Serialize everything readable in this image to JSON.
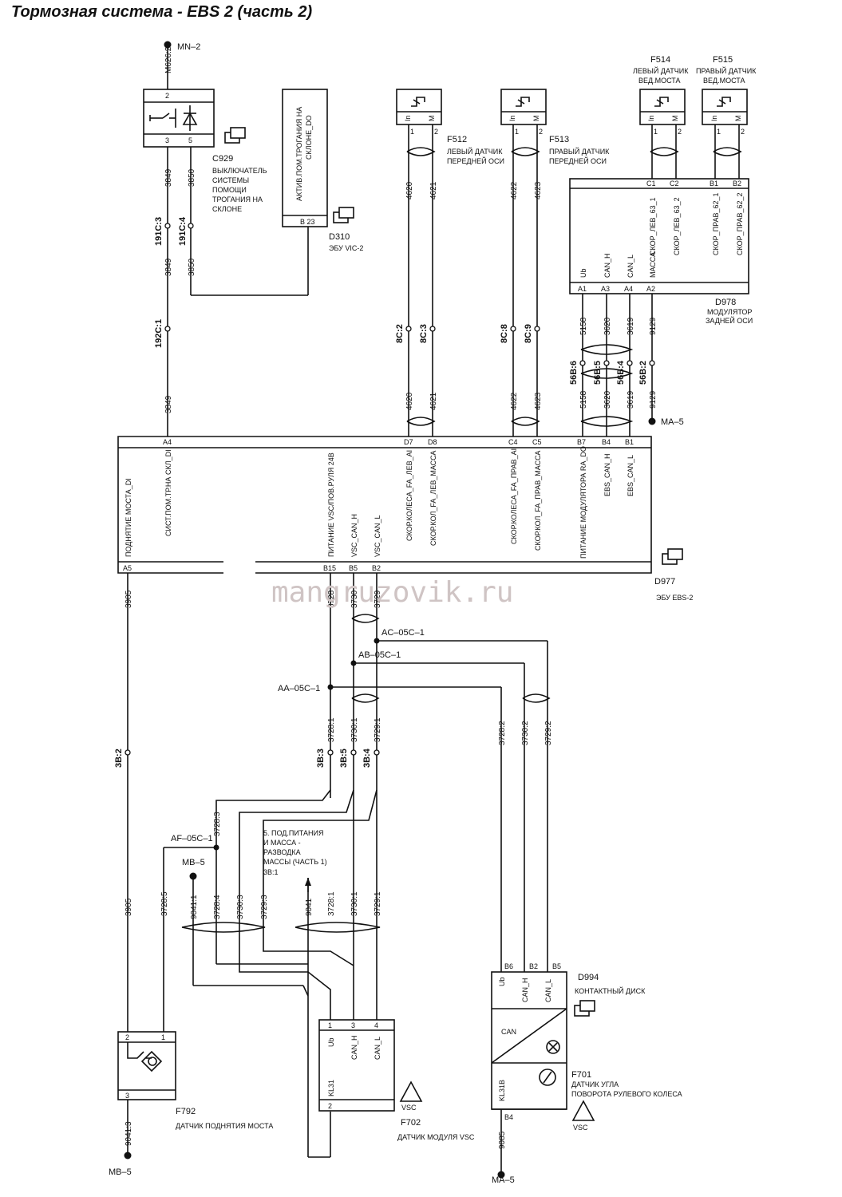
{
  "title": "Тормозная система - EBS 2 (часть 2)",
  "watermark": "mangruzovik.ru",
  "grounds": {
    "mn2": "MN–2",
    "ma5_top": "MA–5",
    "mb5_top": "MB–5",
    "mb5_bottom": "MB–5",
    "ma5_bottom": "MA–5",
    "m626": "M626:2"
  },
  "c929": {
    "id": "C929",
    "desc": [
      "ВЫКЛЮЧАТЕЛЬ",
      "СИСТЕМЫ",
      "ПОМОЩИ",
      "ТРОГАНИЯ НА",
      "СКЛОНЕ"
    ],
    "pins": [
      "2",
      "3",
      "5"
    ]
  },
  "d310": {
    "id": "D310",
    "desc": "ЭБУ VIC-2",
    "signal": [
      "АКТИВ.ПОМ.ТРОГАНИЯ НА",
      "СКЛОНЕ_DO"
    ],
    "pin": "B 23"
  },
  "f512": {
    "id": "F512",
    "desc": [
      "ЛЕВЫЙ ДАТЧИК",
      "ПЕРЕДНЕЙ ОСИ"
    ]
  },
  "f513": {
    "id": "F513",
    "desc": [
      "ПРАВЫЙ ДАТЧИК",
      "ПЕРЕДНЕЙ ОСИ"
    ]
  },
  "f514": {
    "id": "F514",
    "desc": [
      "ЛЕВЫЙ ДАТЧИК",
      "ВЕД.МОСТА"
    ]
  },
  "f515": {
    "id": "F515",
    "desc": [
      "ПРАВЫЙ ДАТЧИК",
      "ВЕД.МОСТА"
    ]
  },
  "sensor_pins": {
    "in": "In",
    "m": "M",
    "p1": "1",
    "p2": "2"
  },
  "d978": {
    "id": "D978",
    "desc": [
      "МОДУЛЯТОР",
      "ЗАДНЕЙ ОСИ"
    ],
    "pins_top": [
      "C1",
      "C2",
      "B1",
      "B2"
    ],
    "signals_top": [
      "СКОР_ЛЕВ_63_1",
      "СКОР_ЛЕВ_63_2",
      "СКОР_ПРАВ_62_1",
      "СКОР_ПРАВ_62_2"
    ],
    "pins_bottom": [
      "A1",
      "A3",
      "A4",
      "A2"
    ],
    "signals_bottom": [
      "Ub",
      "CAN_H",
      "CAN_L",
      "МАССА"
    ]
  },
  "d977": {
    "id": "D977",
    "desc": "ЭБУ EBS-2",
    "pins_top": [
      "A4",
      "D7",
      "D8",
      "C4",
      "C5",
      "B7",
      "B4",
      "B1"
    ],
    "signals_top": [
      "СИСТ.ПОМ.ТР.НА СКЛ_DI",
      "СКОР.КОЛЕСА_FA_ЛЕВ_AI",
      "СКОР.КОЛ_FA_ЛЕВ_МАССА",
      "СКОР.КОЛЕСА_FA_ПРАВ_AI",
      "СКОР.КОЛ_FA_ПРАВ_МАССА",
      "ПИТАНИЕ МОДУЛЯТОРА RA_DO",
      "EBS_CAN_H",
      "EBS_CAN_L"
    ],
    "pins_bottom": [
      "A5",
      "B15",
      "B5",
      "B2"
    ],
    "signals_bottom": [
      "ПОДНЯТИЕ МОСТА_DI",
      "ПИТАНИЕ VSC/ПОВ.РУЛЯ 24В",
      "VSC_CAN_H",
      "VSC_CAN_L"
    ]
  },
  "wires": {
    "w3849": "3849",
    "w3850": "3850",
    "w4620": "4620",
    "w4621": "4621",
    "w4622": "4622",
    "w4623": "4623",
    "w5158": "5158",
    "w3620": "3620",
    "w3619": "3619",
    "w9129": "9129",
    "w3905": "3905",
    "w3728": "3728",
    "w3730": "3730",
    "w3729": "3729",
    "w3728_1": "3728:1",
    "w3730_1": "3730:1",
    "w3729_1": "3729:1",
    "w3728_2": "3728:2",
    "w3730_2": "3730:2",
    "w3729_2": "3729:2",
    "w3728_3": "3728:3",
    "w3728_4": "3728:4",
    "w3728_5": "3728:5",
    "w3730_3": "3730:3",
    "w3729_3": "3729:3",
    "w9041": "9041",
    "w9041_1": "9041:1",
    "w9041_3": "9041:3",
    "w9085": "9085"
  },
  "connectors": {
    "c191c3": "191C:3",
    "c191c4": "191C:4",
    "c192c1": "192C:1",
    "c8c2": "8C:2",
    "c8c3": "8C:3",
    "c8c8": "8C:8",
    "c8c9": "8C:9",
    "c56b6": "56B:6",
    "c56b5": "56B:5",
    "c56b4": "56B:4",
    "c56b2": "56B:2",
    "c3b2": "3B:2",
    "c3b3": "3B:3",
    "c3b5": "3B:5",
    "c3b4": "3B:4"
  },
  "splices": {
    "ac": "AC–05C–1",
    "ab": "AB–05C–1",
    "aa": "AA–05C–1",
    "af": "AF–05C–1"
  },
  "reference": [
    "5. ПОД.ПИТАНИЯ",
    "И МАССА -",
    "РАЗВОДКА",
    "МАССЫ (ЧАСТЬ 1)",
    "3B:1"
  ],
  "f792": {
    "id": "F792",
    "desc": "ДАТЧИК ПОДНЯТИЯ МОСТА",
    "pins": [
      "2",
      "1",
      "3"
    ]
  },
  "f702": {
    "id": "F702",
    "desc": "ДАТЧИК МОДУЛЯ VSC",
    "pins": [
      "1",
      "3",
      "4",
      "2"
    ],
    "signals": [
      "Ub",
      "CAN_H",
      "CAN_L",
      "KL31"
    ],
    "warn": "VSC"
  },
  "d994": {
    "id": "D994",
    "desc": "КОНТАКТНЫЙ ДИСК",
    "pins": [
      "B6",
      "B2",
      "B5",
      "B4"
    ],
    "signals": [
      "Ub",
      "CAN_H",
      "CAN_L",
      "KL31B"
    ],
    "can": "CAN"
  },
  "f701": {
    "id": "F701",
    "desc": [
      "ДАТЧИК УГЛА",
      "ПОВОРОТА РУЛЕВОГО КОЛЕСА"
    ],
    "warn": "VSC"
  }
}
